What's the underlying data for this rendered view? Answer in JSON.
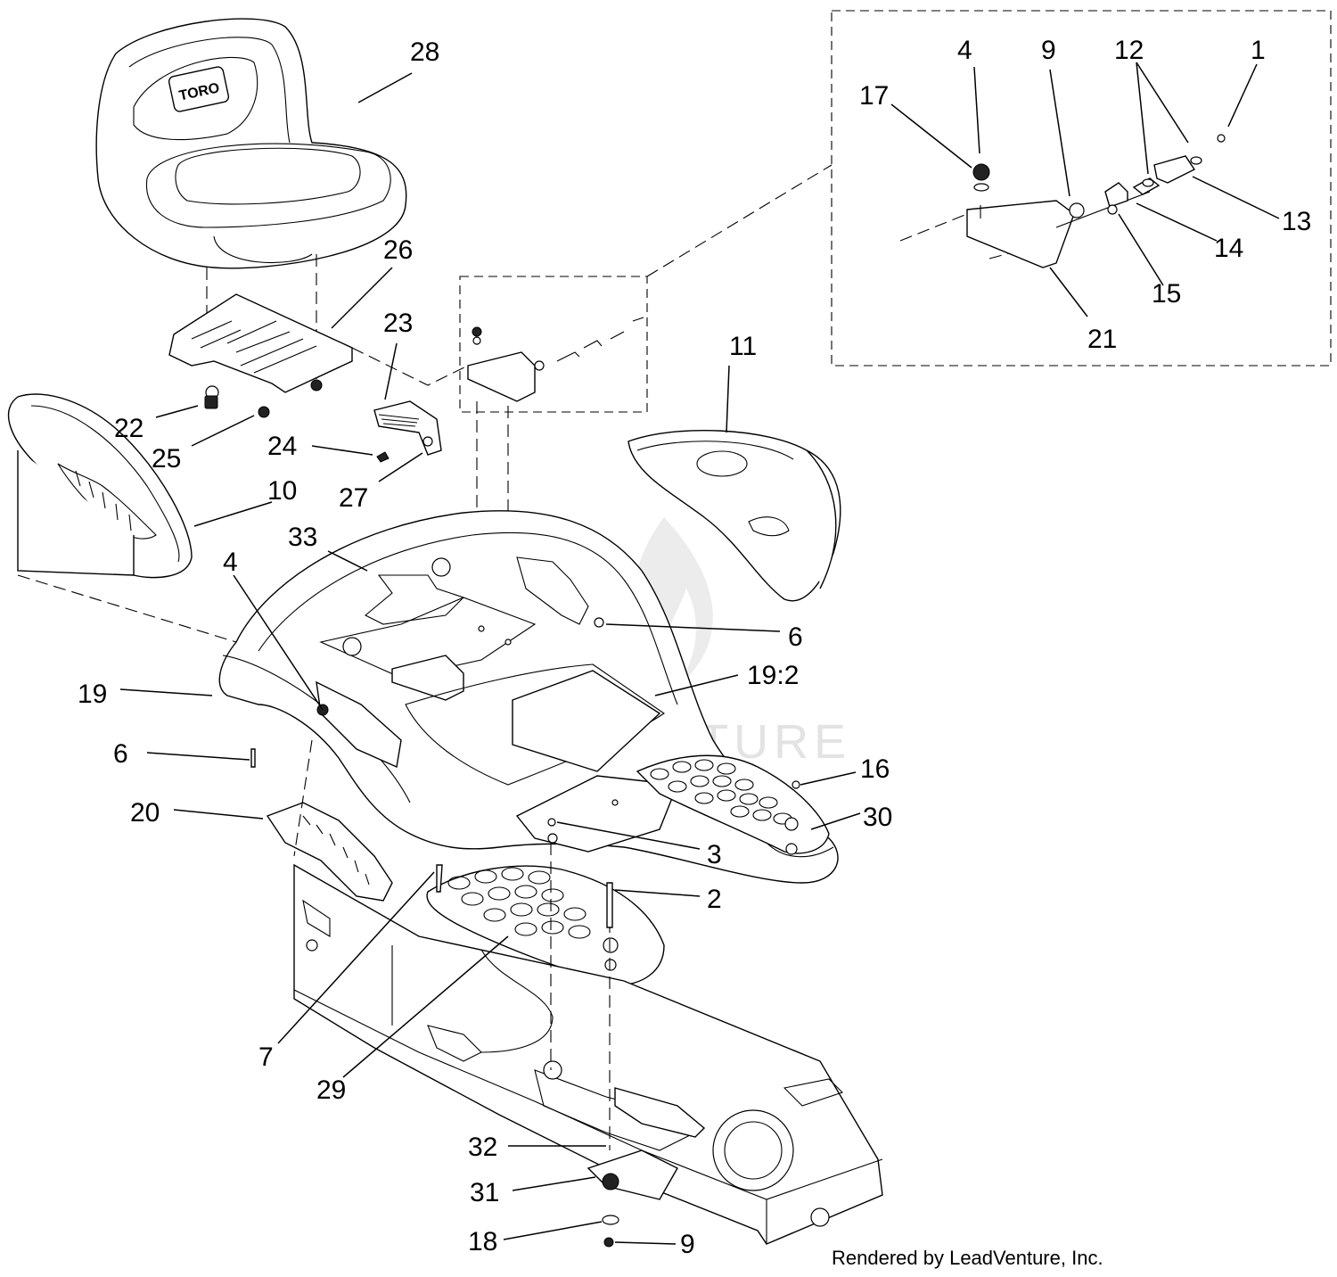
{
  "diagram": {
    "callouts": [
      {
        "id": "c28",
        "label": "28"
      },
      {
        "id": "c26",
        "label": "26"
      },
      {
        "id": "c23",
        "label": "23"
      },
      {
        "id": "c22",
        "label": "22"
      },
      {
        "id": "c25",
        "label": "25"
      },
      {
        "id": "c24",
        "label": "24"
      },
      {
        "id": "c27",
        "label": "27"
      },
      {
        "id": "c10",
        "label": "10"
      },
      {
        "id": "c11",
        "label": "11"
      },
      {
        "id": "c33",
        "label": "33"
      },
      {
        "id": "c4a",
        "label": "4"
      },
      {
        "id": "c6a",
        "label": "6"
      },
      {
        "id": "c19",
        "label": "19"
      },
      {
        "id": "c19-2",
        "label": "19:2"
      },
      {
        "id": "c6b",
        "label": "6"
      },
      {
        "id": "c20",
        "label": "20"
      },
      {
        "id": "c16",
        "label": "16"
      },
      {
        "id": "c30",
        "label": "30"
      },
      {
        "id": "c3",
        "label": "3"
      },
      {
        "id": "c2",
        "label": "2"
      },
      {
        "id": "c7",
        "label": "7"
      },
      {
        "id": "c29",
        "label": "29"
      },
      {
        "id": "c32",
        "label": "32"
      },
      {
        "id": "c31",
        "label": "31"
      },
      {
        "id": "c18",
        "label": "18"
      },
      {
        "id": "c9b",
        "label": "9"
      },
      {
        "id": "c4b",
        "label": "4"
      },
      {
        "id": "c9a",
        "label": "9"
      },
      {
        "id": "c12",
        "label": "12"
      },
      {
        "id": "c1",
        "label": "1"
      },
      {
        "id": "c17",
        "label": "17"
      },
      {
        "id": "c13",
        "label": "13"
      },
      {
        "id": "c14",
        "label": "14"
      },
      {
        "id": "c15",
        "label": "15"
      },
      {
        "id": "c21",
        "label": "21"
      }
    ],
    "seat_logo": "TORO",
    "watermark": "LEADVENTURE",
    "credit": "Rendered by LeadVenture, Inc."
  }
}
